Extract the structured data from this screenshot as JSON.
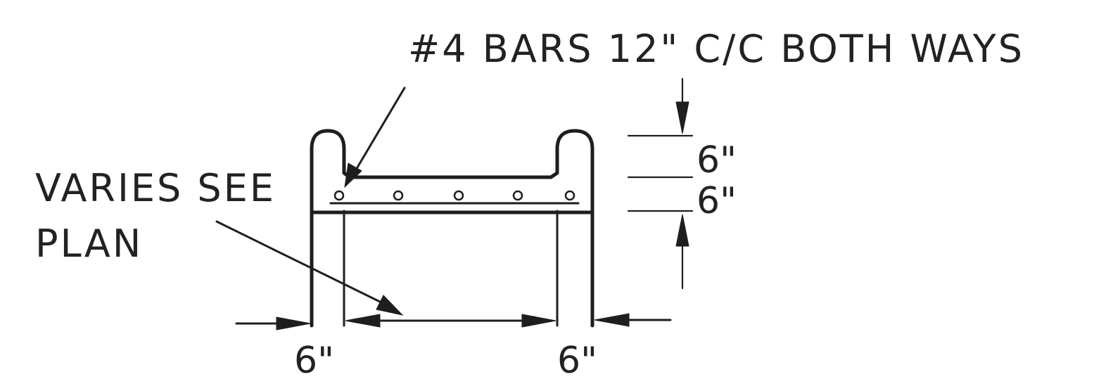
{
  "labels": {
    "rebar_callout": "#4 BARS 12\" C/C BOTH WAYS",
    "varies_line1": "VARIES SEE",
    "varies_line2": "PLAN",
    "dim_top": "6\"",
    "dim_bottom": "6\"",
    "dim_left_wall": "6\"",
    "dim_right_wall": "6\""
  },
  "colors": {
    "ink": "#1e1e1e",
    "paper": "#ffffff"
  }
}
